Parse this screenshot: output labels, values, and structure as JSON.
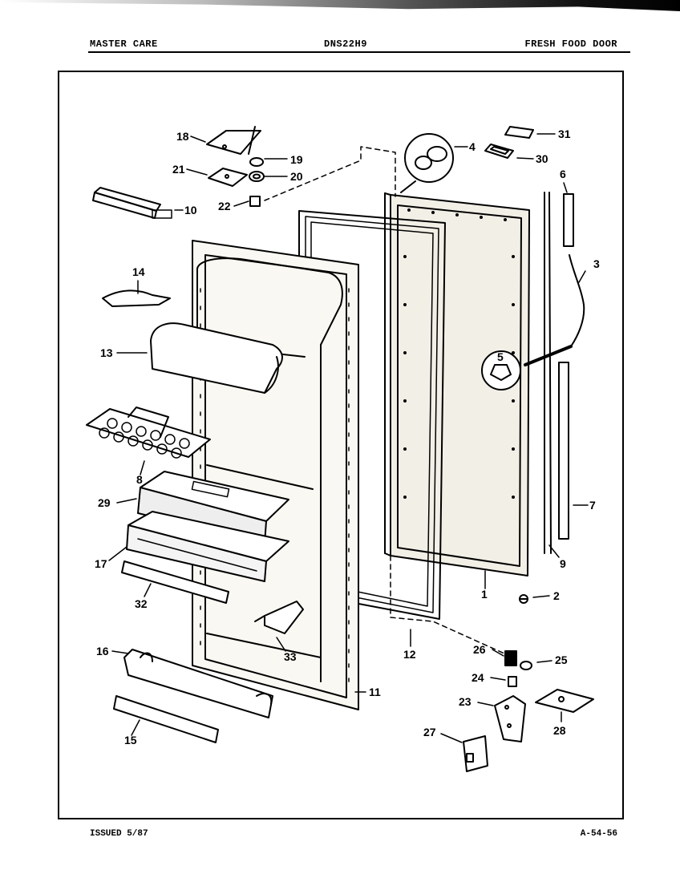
{
  "header": {
    "brand": "MASTER CARE",
    "model": "DNS22H9",
    "section": "FRESH FOOD DOOR"
  },
  "footer": {
    "issued": "ISSUED 5/87",
    "page_code": "A-54-56"
  },
  "callouts": {
    "c1": "1",
    "c2": "2",
    "c3": "3",
    "c4": "4",
    "c5": "5",
    "c6": "6",
    "c7": "7",
    "c8": "8",
    "c9": "9",
    "c10": "10",
    "c11": "11",
    "c12": "12",
    "c13": "13",
    "c14": "14",
    "c15": "15",
    "c16": "16",
    "c17": "17",
    "c18": "18",
    "c19": "19",
    "c20": "20",
    "c21": "21",
    "c22": "22",
    "c23": "23",
    "c24": "24",
    "c25": "25",
    "c26": "26",
    "c27": "27",
    "c28": "28",
    "c29": "29",
    "c30": "30",
    "c31": "31",
    "c32": "32",
    "c33": "33"
  }
}
